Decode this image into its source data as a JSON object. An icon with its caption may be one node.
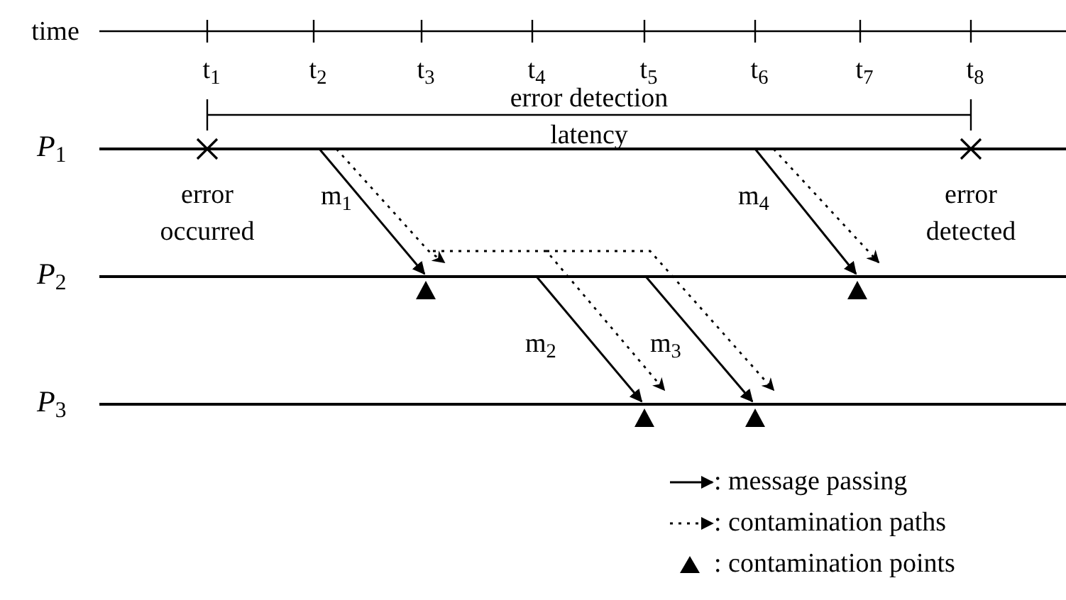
{
  "diagram": {
    "nodes": [
      {
        "text": [
          "*P*$_{1}$"
        ]
      },
      {
        "text": [
          "*P*$_{2}$"
        ]
      },
      {
        "text": [
          "*P*$_{3}$"
        ]
      }
    ],
    "edges": [
      {
        "from": 0,
        "to": 1,
        "arrow": "to",
        "label": "m$_{1}$"
      },
      {
        "from": 0,
        "to": 1,
        "arrow": "to",
        "style": "dashed"
      },
      {
        "from": 1,
        "to": 2,
        "arrow": "to",
        "label": "m$_{2}$"
      },
      {
        "from": 1,
        "to": 2,
        "arrow": "to",
        "style": "dashed"
      },
      {
        "from": 1,
        "to": 2,
        "arrow": "to",
        "label": "m$_{3}$"
      },
      {
        "from": 1,
        "to": 2,
        "arrow": "to",
        "style": "dashed"
      },
      {
        "from": 0,
        "to": 1,
        "arrow": "to",
        "label": "m$_{4}$"
      },
      {
        "from": 0,
        "to": 1,
        "arrow": "to",
        "style": "dashed"
      }
    ],
    "labels": [
      "time",
      "t$_{1}$",
      "t$_{2}$",
      "t$_{3}$",
      "t$_{4}$",
      "t$_{5}$",
      "t$_{6}$",
      "t$_{7}$",
      "t$_{8}$",
      "error detection",
      "latency",
      "error occurred",
      "error detected"
    ],
    "legend": [
      {
        "text": ": message passing"
      },
      {
        "text": ": contamination paths"
      },
      {
        "text": ": contamination points"
      }
    ]
  }
}
